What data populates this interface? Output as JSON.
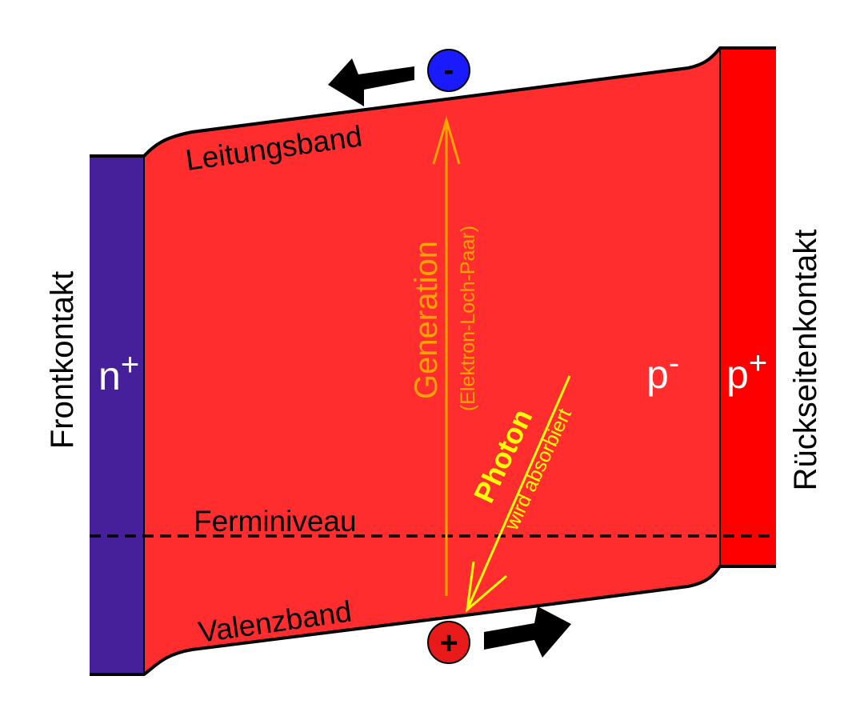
{
  "labels": {
    "front_contact": "Frontkontakt",
    "back_contact": "Rückseitenkontakt",
    "conduction_band": "Leitungsband",
    "valence_band": "Valenzband",
    "fermi_level": "Ferminiveau",
    "generation": "Generation",
    "generation_detail": "(Elektron-Loch-Paar)",
    "photon": "Photon",
    "photon_detail": "wird absorbiert",
    "n_region_base": "n",
    "n_region_sup": "+",
    "p_region_base": "p",
    "p_region_sup": "-",
    "p_contact_base": "p",
    "p_contact_sup": "+",
    "electron_symbol": "-",
    "hole_symbol": "+"
  },
  "colors": {
    "n_contact": "#46209a",
    "absorber": "#ff2d2d",
    "p_contact": "#ff0000",
    "electron": "#1a1aff",
    "hole": "#e81a1a",
    "generation": "#ffa500",
    "photon": "#ffff00",
    "outline": "#000000",
    "region_text": "#ffffff"
  },
  "icons": {
    "electron_direction": "arrow-left-icon",
    "hole_direction": "arrow-right-icon"
  }
}
